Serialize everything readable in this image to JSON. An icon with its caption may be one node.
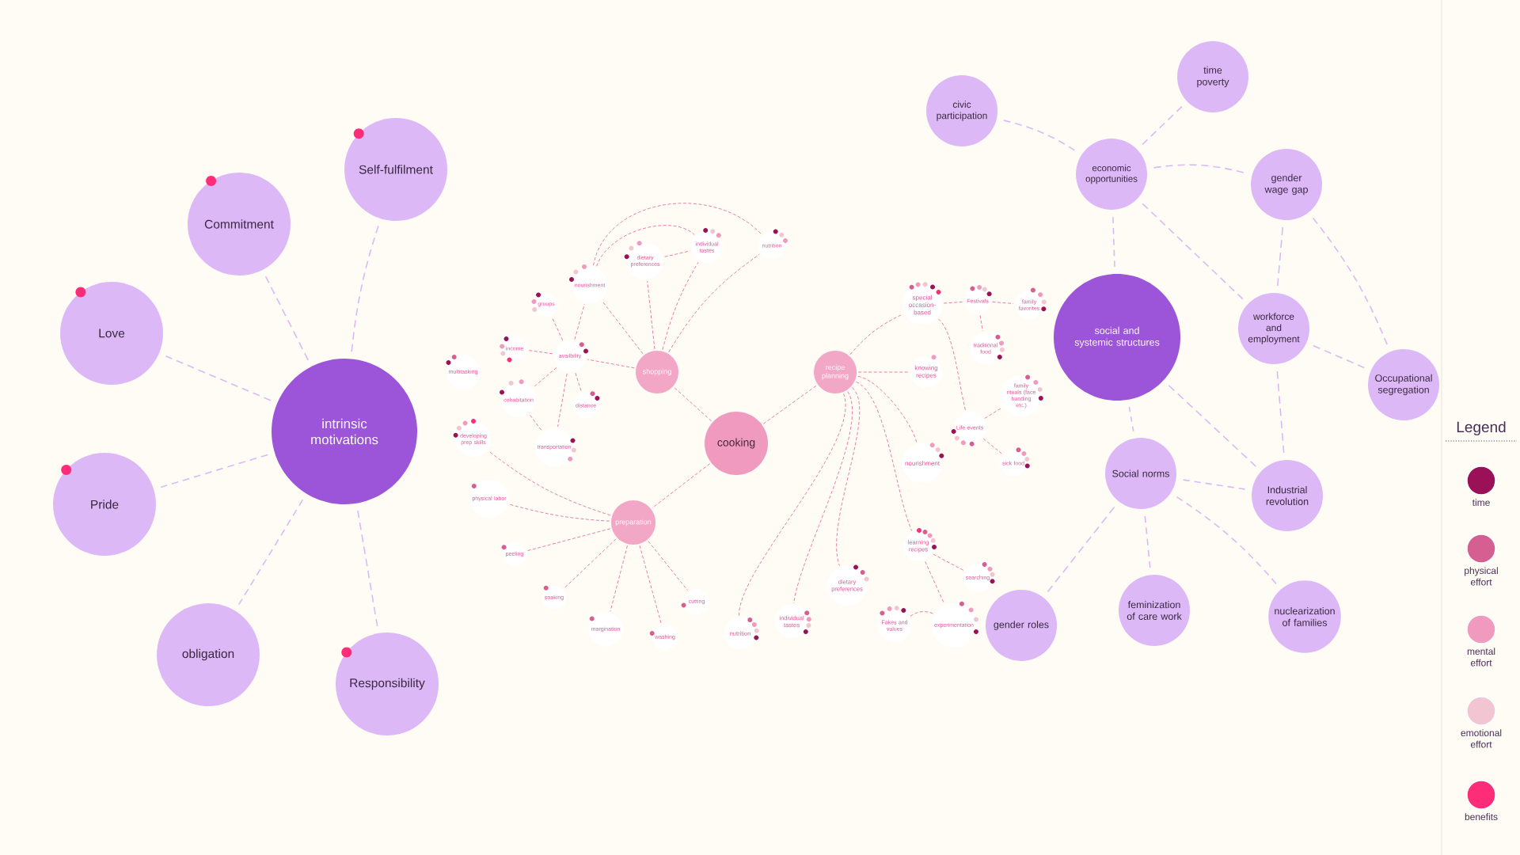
{
  "diagram": {
    "nodes": [
      {
        "text": [
          "intrinsic motivations"
        ]
      },
      {
        "text": [
          "Self-fulfilment"
        ]
      },
      {
        "text": [
          "Commitment"
        ]
      },
      {
        "text": [
          "Love"
        ]
      },
      {
        "text": [
          "Pride"
        ]
      },
      {
        "text": [
          "obligation"
        ]
      },
      {
        "text": [
          "Responsibility"
        ]
      },
      {
        "text": [
          "cooking"
        ]
      },
      {
        "text": [
          "shopping"
        ]
      },
      {
        "text": [
          "preparation"
        ]
      },
      {
        "text": [
          "recipe planning"
        ]
      },
      {
        "text": [
          "nourishment"
        ]
      },
      {
        "text": [
          "dietary preferences"
        ]
      },
      {
        "text": [
          "individual tastes"
        ]
      },
      {
        "text": [
          "nutrition"
        ]
      },
      {
        "text": [
          "availbility"
        ]
      },
      {
        "text": [
          "groups"
        ]
      },
      {
        "text": [
          "income"
        ]
      },
      {
        "text": [
          "cohabitation"
        ]
      },
      {
        "text": [
          "distance"
        ]
      },
      {
        "text": [
          "transportation"
        ]
      },
      {
        "text": [
          "multitasking"
        ]
      },
      {
        "text": [
          "developing prep skills"
        ]
      },
      {
        "text": [
          "physical labor"
        ]
      },
      {
        "text": [
          "peeling"
        ]
      },
      {
        "text": [
          "soaking"
        ]
      },
      {
        "text": [
          "margination"
        ]
      },
      {
        "text": [
          "washing"
        ]
      },
      {
        "text": [
          "cutting"
        ]
      },
      {
        "text": [
          "special occasion-based"
        ]
      },
      {
        "text": [
          "Festivals"
        ]
      },
      {
        "text": [
          "family favorites"
        ]
      },
      {
        "text": [
          "traditional food"
        ]
      },
      {
        "text": [
          "knowing recipes"
        ]
      },
      {
        "text": [
          "family rituals (face handing etc.)"
        ]
      },
      {
        "text": [
          "Life events"
        ]
      },
      {
        "text": [
          "sick food"
        ]
      },
      {
        "text": [
          "nourishment"
        ]
      },
      {
        "text": [
          "learning recipes"
        ]
      },
      {
        "text": [
          "searching"
        ]
      },
      {
        "text": [
          "Fakes and values"
        ]
      },
      {
        "text": [
          "experimentation"
        ]
      },
      {
        "text": [
          "dietary preferences"
        ]
      },
      {
        "text": [
          "individual tastes"
        ]
      },
      {
        "text": [
          "nutrition"
        ]
      },
      {
        "text": [
          "social and systemic structures"
        ]
      },
      {
        "text": [
          "civic participation"
        ]
      },
      {
        "text": [
          "time poverty"
        ]
      },
      {
        "text": [
          "economic opportunities"
        ]
      },
      {
        "text": [
          "gender wage gap"
        ]
      },
      {
        "text": [
          "workforce and employment"
        ]
      },
      {
        "text": [
          "Occupational segregation"
        ]
      },
      {
        "text": [
          "Social norms"
        ]
      },
      {
        "text": [
          "Industrial revolution"
        ]
      },
      {
        "text": [
          "gender roles"
        ]
      },
      {
        "text": [
          "feminization of care work"
        ]
      },
      {
        "text": [
          "nuclearization of families"
        ]
      }
    ],
    "edges": [
      {
        "from": 0,
        "to": 1,
        "arrow": "none",
        "style": "dashed",
        "color": "#dab9f6"
      },
      {
        "from": 0,
        "to": 2,
        "arrow": "none",
        "style": "dashed",
        "color": "#dab9f6"
      },
      {
        "from": 0,
        "to": 3,
        "arrow": "none",
        "style": "dashed",
        "color": "#dab9f6"
      },
      {
        "from": 0,
        "to": 4,
        "arrow": "none",
        "style": "dashed",
        "color": "#dab9f6"
      },
      {
        "from": 0,
        "to": 5,
        "arrow": "none",
        "style": "dashed",
        "color": "#dab9f6"
      },
      {
        "from": 0,
        "to": 6,
        "arrow": "none",
        "style": "dashed",
        "color": "#dab9f6"
      },
      {
        "from": 7,
        "to": 8,
        "arrow": "none",
        "style": "dashed"
      },
      {
        "from": 7,
        "to": 9,
        "arrow": "none",
        "style": "dashed"
      },
      {
        "from": 7,
        "to": 10,
        "arrow": "none",
        "style": "dashed"
      },
      {
        "from": 8,
        "to": 15,
        "arrow": "none",
        "style": "dashed"
      },
      {
        "from": 8,
        "to": 11,
        "arrow": "none",
        "style": "dashed"
      },
      {
        "from": 8,
        "to": 12,
        "arrow": "none",
        "style": "dashed"
      },
      {
        "from": 8,
        "to": 13,
        "arrow": "none",
        "style": "dashed"
      },
      {
        "from": 8,
        "to": 14,
        "arrow": "none",
        "style": "dashed"
      },
      {
        "from": 11,
        "to": 13,
        "arrow": "none",
        "style": "dashed"
      },
      {
        "from": 11,
        "to": 14,
        "arrow": "none",
        "style": "dashed"
      },
      {
        "from": 12,
        "to": 13,
        "arrow": "none",
        "style": "dashed"
      },
      {
        "from": 15,
        "to": 11,
        "arrow": "none",
        "style": "dashed"
      },
      {
        "from": 15,
        "to": 16,
        "arrow": "none",
        "style": "dashed"
      },
      {
        "from": 15,
        "to": 17,
        "arrow": "none",
        "style": "dashed"
      },
      {
        "from": 15,
        "to": 18,
        "arrow": "none",
        "style": "dashed"
      },
      {
        "from": 15,
        "to": 19,
        "arrow": "none",
        "style": "dashed"
      },
      {
        "from": 15,
        "to": 20,
        "arrow": "none",
        "style": "dashed"
      },
      {
        "from": 18,
        "to": 20,
        "arrow": "none",
        "style": "dashed"
      },
      {
        "from": 9,
        "to": 22,
        "arrow": "none",
        "style": "dashed"
      },
      {
        "from": 9,
        "to": 23,
        "arrow": "none",
        "style": "dashed"
      },
      {
        "from": 9,
        "to": 24,
        "arrow": "none",
        "style": "dashed"
      },
      {
        "from": 9,
        "to": 25,
        "arrow": "none",
        "style": "dashed"
      },
      {
        "from": 9,
        "to": 26,
        "arrow": "none",
        "style": "dashed"
      },
      {
        "from": 9,
        "to": 27,
        "arrow": "none",
        "style": "dashed"
      },
      {
        "from": 9,
        "to": 28,
        "arrow": "none",
        "style": "dashed"
      },
      {
        "from": 10,
        "to": 29,
        "arrow": "none",
        "style": "dashed"
      },
      {
        "from": 10,
        "to": 33,
        "arrow": "none",
        "style": "dashed"
      },
      {
        "from": 10,
        "to": 37,
        "arrow": "none",
        "style": "dashed"
      },
      {
        "from": 10,
        "to": 38,
        "arrow": "none",
        "style": "dashed"
      },
      {
        "from": 10,
        "to": 42,
        "arrow": "none",
        "style": "dashed"
      },
      {
        "from": 10,
        "to": 43,
        "arrow": "none",
        "style": "dashed"
      },
      {
        "from": 10,
        "to": 44,
        "arrow": "none",
        "style": "dashed"
      },
      {
        "from": 29,
        "to": 30,
        "arrow": "none",
        "style": "dashed"
      },
      {
        "from": 29,
        "to": 35,
        "arrow": "none",
        "style": "dashed"
      },
      {
        "from": 30,
        "to": 31,
        "arrow": "none",
        "style": "dashed"
      },
      {
        "from": 30,
        "to": 32,
        "arrow": "none",
        "style": "dashed"
      },
      {
        "from": 35,
        "to": 34,
        "arrow": "none",
        "style": "dashed"
      },
      {
        "from": 35,
        "to": 36,
        "arrow": "none",
        "style": "dashed"
      },
      {
        "from": 38,
        "to": 39,
        "arrow": "none",
        "style": "dashed"
      },
      {
        "from": 38,
        "to": 41,
        "arrow": "none",
        "style": "dashed"
      },
      {
        "from": 40,
        "to": 41,
        "arrow": "none",
        "style": "dashed"
      },
      {
        "from": 46,
        "to": 48,
        "arrow": "none",
        "style": "dashed",
        "color": "#dab9f6"
      },
      {
        "from": 47,
        "to": 48,
        "arrow": "none",
        "style": "dashed",
        "color": "#dab9f6"
      },
      {
        "from": 48,
        "to": 49,
        "arrow": "none",
        "style": "dashed",
        "color": "#dab9f6"
      },
      {
        "from": 48,
        "to": 45,
        "arrow": "none",
        "style": "dashed",
        "color": "#dab9f6"
      },
      {
        "from": 48,
        "to": 50,
        "arrow": "none",
        "style": "dashed",
        "color": "#dab9f6"
      },
      {
        "from": 49,
        "to": 50,
        "arrow": "none",
        "style": "dashed",
        "color": "#dab9f6"
      },
      {
        "from": 49,
        "to": 51,
        "arrow": "none",
        "style": "dashed",
        "color": "#dab9f6"
      },
      {
        "from": 50,
        "to": 51,
        "arrow": "none",
        "style": "dashed",
        "color": "#dab9f6"
      },
      {
        "from": 50,
        "to": 53,
        "arrow": "none",
        "style": "dashed",
        "color": "#dab9f6"
      },
      {
        "from": 45,
        "to": 52,
        "arrow": "none",
        "style": "dashed",
        "color": "#dab9f6"
      },
      {
        "from": 45,
        "to": 53,
        "arrow": "none",
        "style": "dashed",
        "color": "#dab9f6"
      },
      {
        "from": 52,
        "to": 53,
        "arrow": "none",
        "style": "dashed",
        "color": "#dab9f6"
      },
      {
        "from": 52,
        "to": 54,
        "arrow": "none",
        "style": "dashed",
        "color": "#dab9f6"
      },
      {
        "from": 52,
        "to": 55,
        "arrow": "none",
        "style": "dashed",
        "color": "#dab9f6"
      },
      {
        "from": 52,
        "to": 56,
        "arrow": "none",
        "style": "dashed",
        "color": "#dab9f6"
      }
    ],
    "labels": [
      "Legend"
    ],
    "legend": [
      {
        "text": "time",
        "color": "#9b1157"
      },
      {
        "text": "physical effort",
        "color": "#d65f92"
      },
      {
        "text": "mental effort",
        "color": "#f09abf"
      },
      {
        "text": "emotional effort",
        "color": "#f2c5d3"
      },
      {
        "text": "benefits",
        "color": "#ff2d78"
      }
    ]
  }
}
